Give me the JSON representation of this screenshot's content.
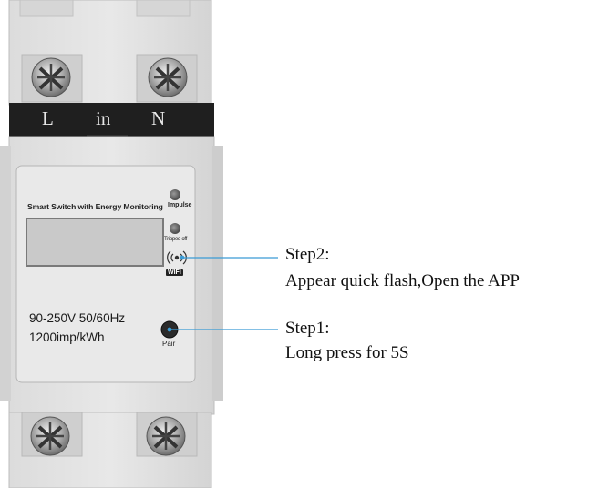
{
  "terminals": {
    "left": "L",
    "middle": "in",
    "right": "N"
  },
  "panel": {
    "title": "Smart Switch with Energy Monitoring",
    "impulse_label": "Impulse",
    "tripped_label": "Tripped off",
    "wifi_label": "WIFI",
    "voltage_spec": "90-250V 50/60Hz",
    "impulse_spec": "1200imp/kWh",
    "pair_label": "Pair"
  },
  "steps": [
    {
      "title": "Step2:",
      "description": "Appear quick flash,Open the APP"
    },
    {
      "title": "Step1:",
      "description": "Long press for 5S"
    }
  ],
  "colors": {
    "housing": "#e4e4e4",
    "terminal_strip": "#1f1f1f",
    "callout_line": "#3a9bd5",
    "lcd": "#c9c9c9"
  }
}
